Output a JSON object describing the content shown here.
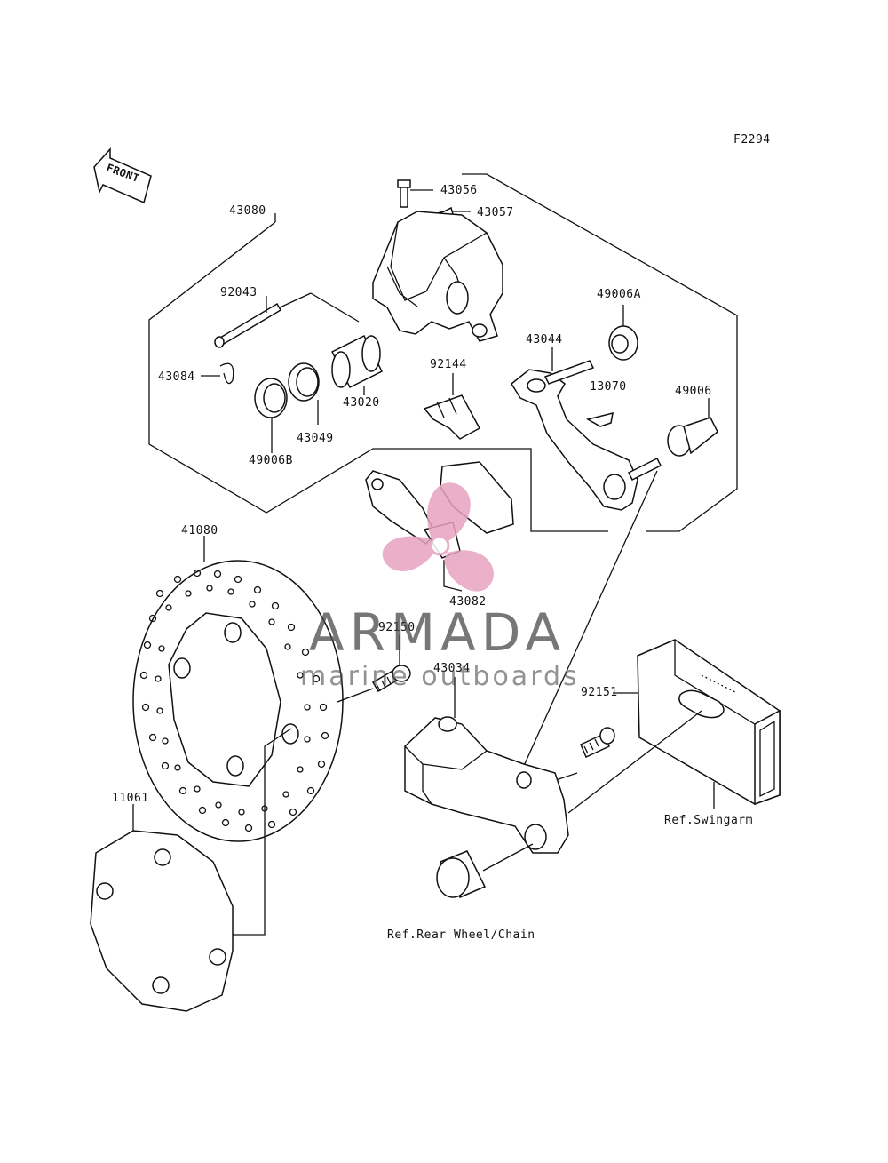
{
  "diagram": {
    "figure_code": "F2294",
    "front_arrow_label": "FRONT",
    "parts": {
      "p43080": "43080",
      "p43056": "43056",
      "p43057": "43057",
      "p92043": "92043",
      "p49006A": "49006A",
      "p43044": "43044",
      "p92144": "92144",
      "p13070": "13070",
      "p43084": "43084",
      "p43020": "43020",
      "p49006": "49006",
      "p43049": "43049",
      "p49006B": "49006B",
      "p41080": "41080",
      "p43082": "43082",
      "p92150": "92150",
      "p43034": "43034",
      "p92151": "92151",
      "p11061": "11061"
    },
    "refs": {
      "swingarm": "Ref.Swingarm",
      "rear_wheel": "Ref.Rear Wheel/Chain"
    }
  },
  "watermark": {
    "brand": "ARMADA",
    "tagline": "marine outboards",
    "accent_color": "#e7a3c0"
  }
}
